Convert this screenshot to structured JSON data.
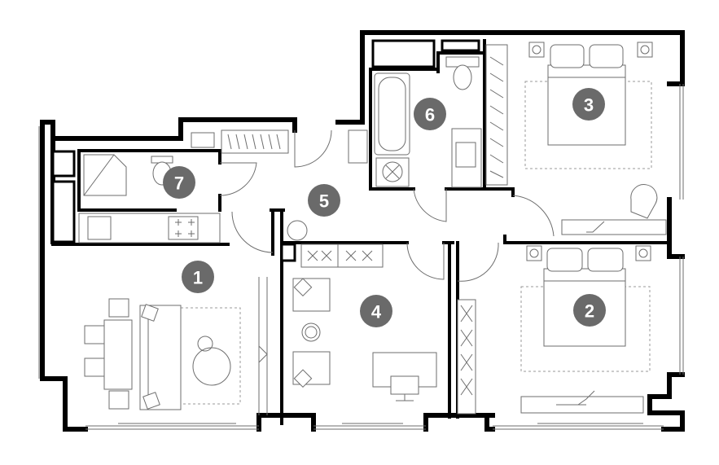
{
  "rooms": [
    {
      "id": "room-1",
      "label": "1"
    },
    {
      "id": "room-2",
      "label": "2"
    },
    {
      "id": "room-3",
      "label": "3"
    },
    {
      "id": "room-4",
      "label": "4"
    },
    {
      "id": "room-5",
      "label": "5"
    },
    {
      "id": "room-6",
      "label": "6"
    },
    {
      "id": "room-7",
      "label": "7"
    }
  ],
  "colors": {
    "wall": "#000000",
    "fixture": "#6e6e6e",
    "badge": "#6a6a6a",
    "badge_text": "#ffffff"
  }
}
